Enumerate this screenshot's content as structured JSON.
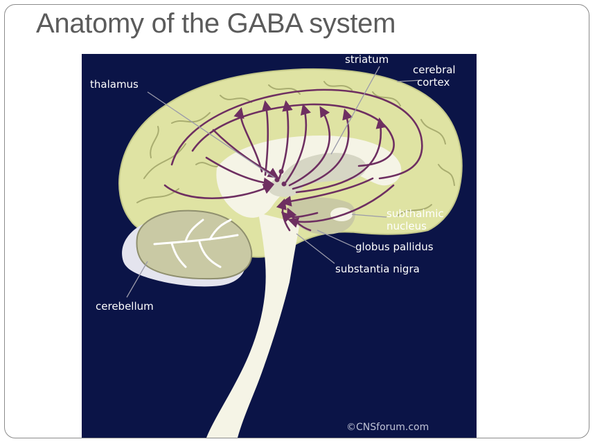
{
  "slide": {
    "title": "Anatomy of the GABA system"
  },
  "figure": {
    "labels": {
      "striatum": "striatum",
      "cerebral_cortex_line1": "cerebral",
      "cerebral_cortex_line2": "cortex",
      "thalamus": "thalamus",
      "subthalamic_line1": "subthalmic",
      "subthalamic_line2": "nucleus",
      "globus_pallidus": "globus pallidus",
      "substantia_nigra": "substantia nigra",
      "cerebellum": "cerebellum"
    },
    "credit": "©CNSforum.com",
    "colors": {
      "background": "#0b1447",
      "cortex": "#dfe3a3",
      "cortex_line": "#a9ad70",
      "inner_white": "#f5f4e6",
      "cerebellum": "#c9c9a4",
      "cerebellum_outer": "#e4e4ee",
      "pathway": "#6e2f61"
    }
  }
}
